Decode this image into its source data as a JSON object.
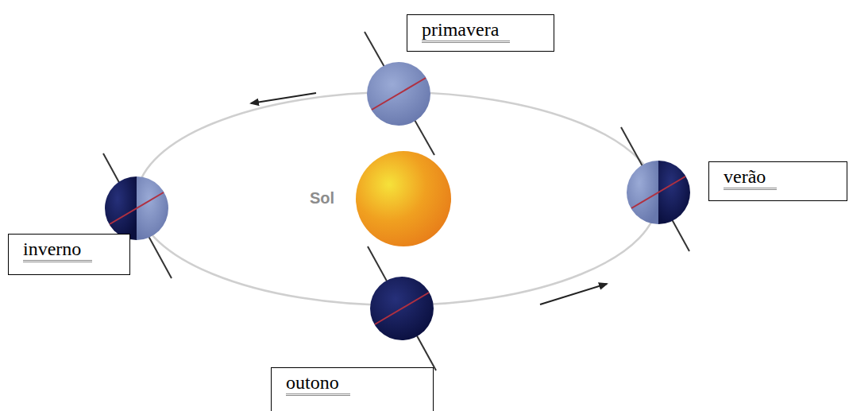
{
  "diagram": {
    "nodes": [
      {
        "text": [
          "primavera"
        ]
      },
      {
        "text": [
          "verão"
        ]
      },
      {
        "text": [
          "inverno"
        ]
      },
      {
        "text": [
          "outono"
        ]
      }
    ],
    "labels": [
      "Sol"
    ]
  }
}
